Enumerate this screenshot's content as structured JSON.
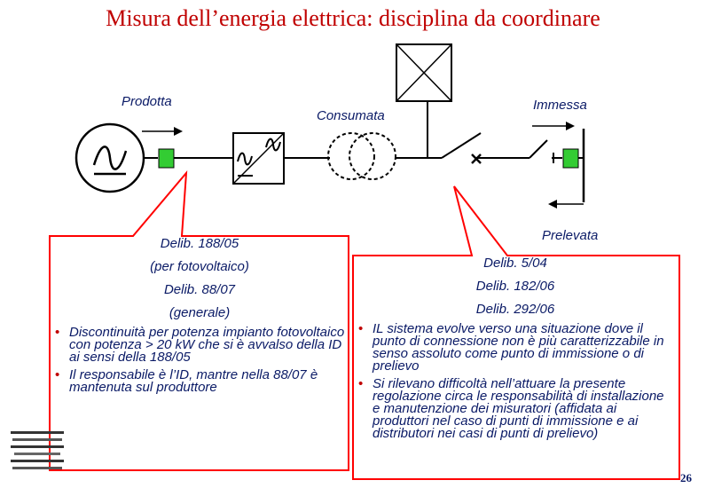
{
  "title": "Misura dell’energia elettrica: disciplina da coordinare",
  "labels": {
    "prodotta": "Prodotta",
    "consumata": "Consumata",
    "immessa": "Immessa",
    "prelevata": "Prelevata"
  },
  "left_box": {
    "lines": [
      "Delib. 188/05",
      "(per fotovoltaico)",
      "Delib. 88/07",
      "(generale)"
    ],
    "bullets": [
      "Discontinuità per potenza impianto fotovoltaico con potenza > 20 kW che si è avvalso della ID ai sensi della 188/05",
      "Il responsabile è l’ID, mantre nella 88/07 è mantenuta sul produttore"
    ]
  },
  "right_box": {
    "lines": [
      "Delib. 5/04",
      "Delib. 182/06",
      "Delib. 292/06"
    ],
    "bullets": [
      "IL sistema evolve verso una situazione dove il punto di connessione non è più caratterizzabile in senso assoluto come punto di immissione o di prelievo",
      "Si rilevano difficoltà nell’attuare la presente regolazione circa le responsabilità di installazione e manutenzione dei misuratori (affidata ai produttori nel caso di punti di immissione e ai distributori nei casi di punti di prelievo)"
    ]
  },
  "page_number": "26",
  "colors": {
    "title": "#c00000",
    "text": "#0a1a66",
    "callout_border": "#ff0000",
    "meter": "#33cc33"
  }
}
